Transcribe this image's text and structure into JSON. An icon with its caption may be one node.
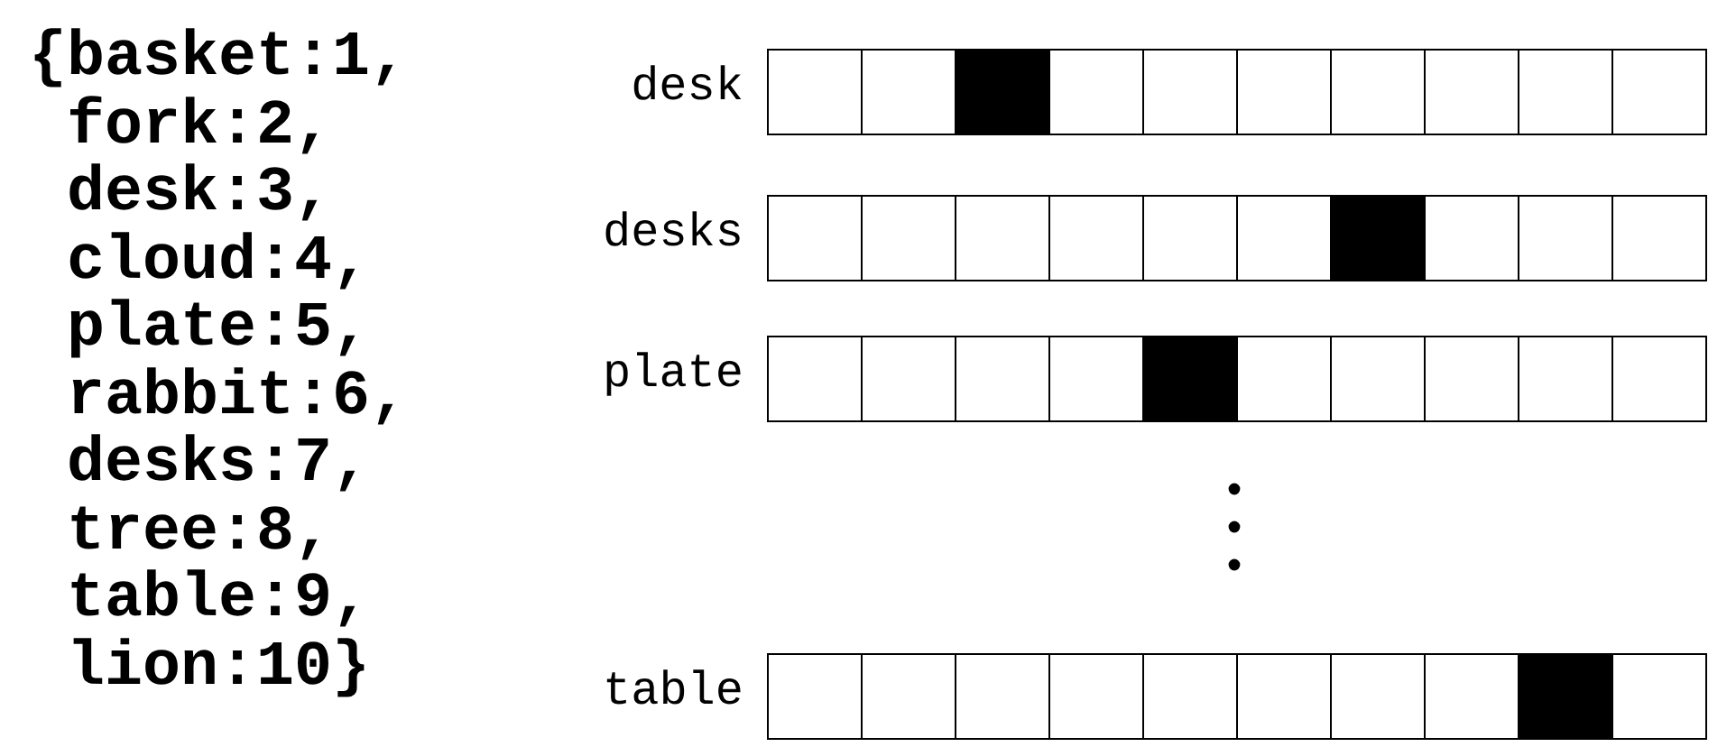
{
  "diagram": {
    "nodes": [
      {
        "text": [
          "desk"
        ]
      },
      {
        "text": [
          "desks"
        ]
      },
      {
        "text": [
          "plate"
        ]
      },
      {
        "text": [
          "table"
        ]
      }
    ],
    "labels": [
      "{basket:1,",
      "fork:2,",
      "desk:3,",
      "cloud:4,",
      "plate:5,",
      "rabbit:6,",
      "desks:7,",
      "tree:8,",
      "table:9,",
      "lion:10}"
    ]
  }
}
